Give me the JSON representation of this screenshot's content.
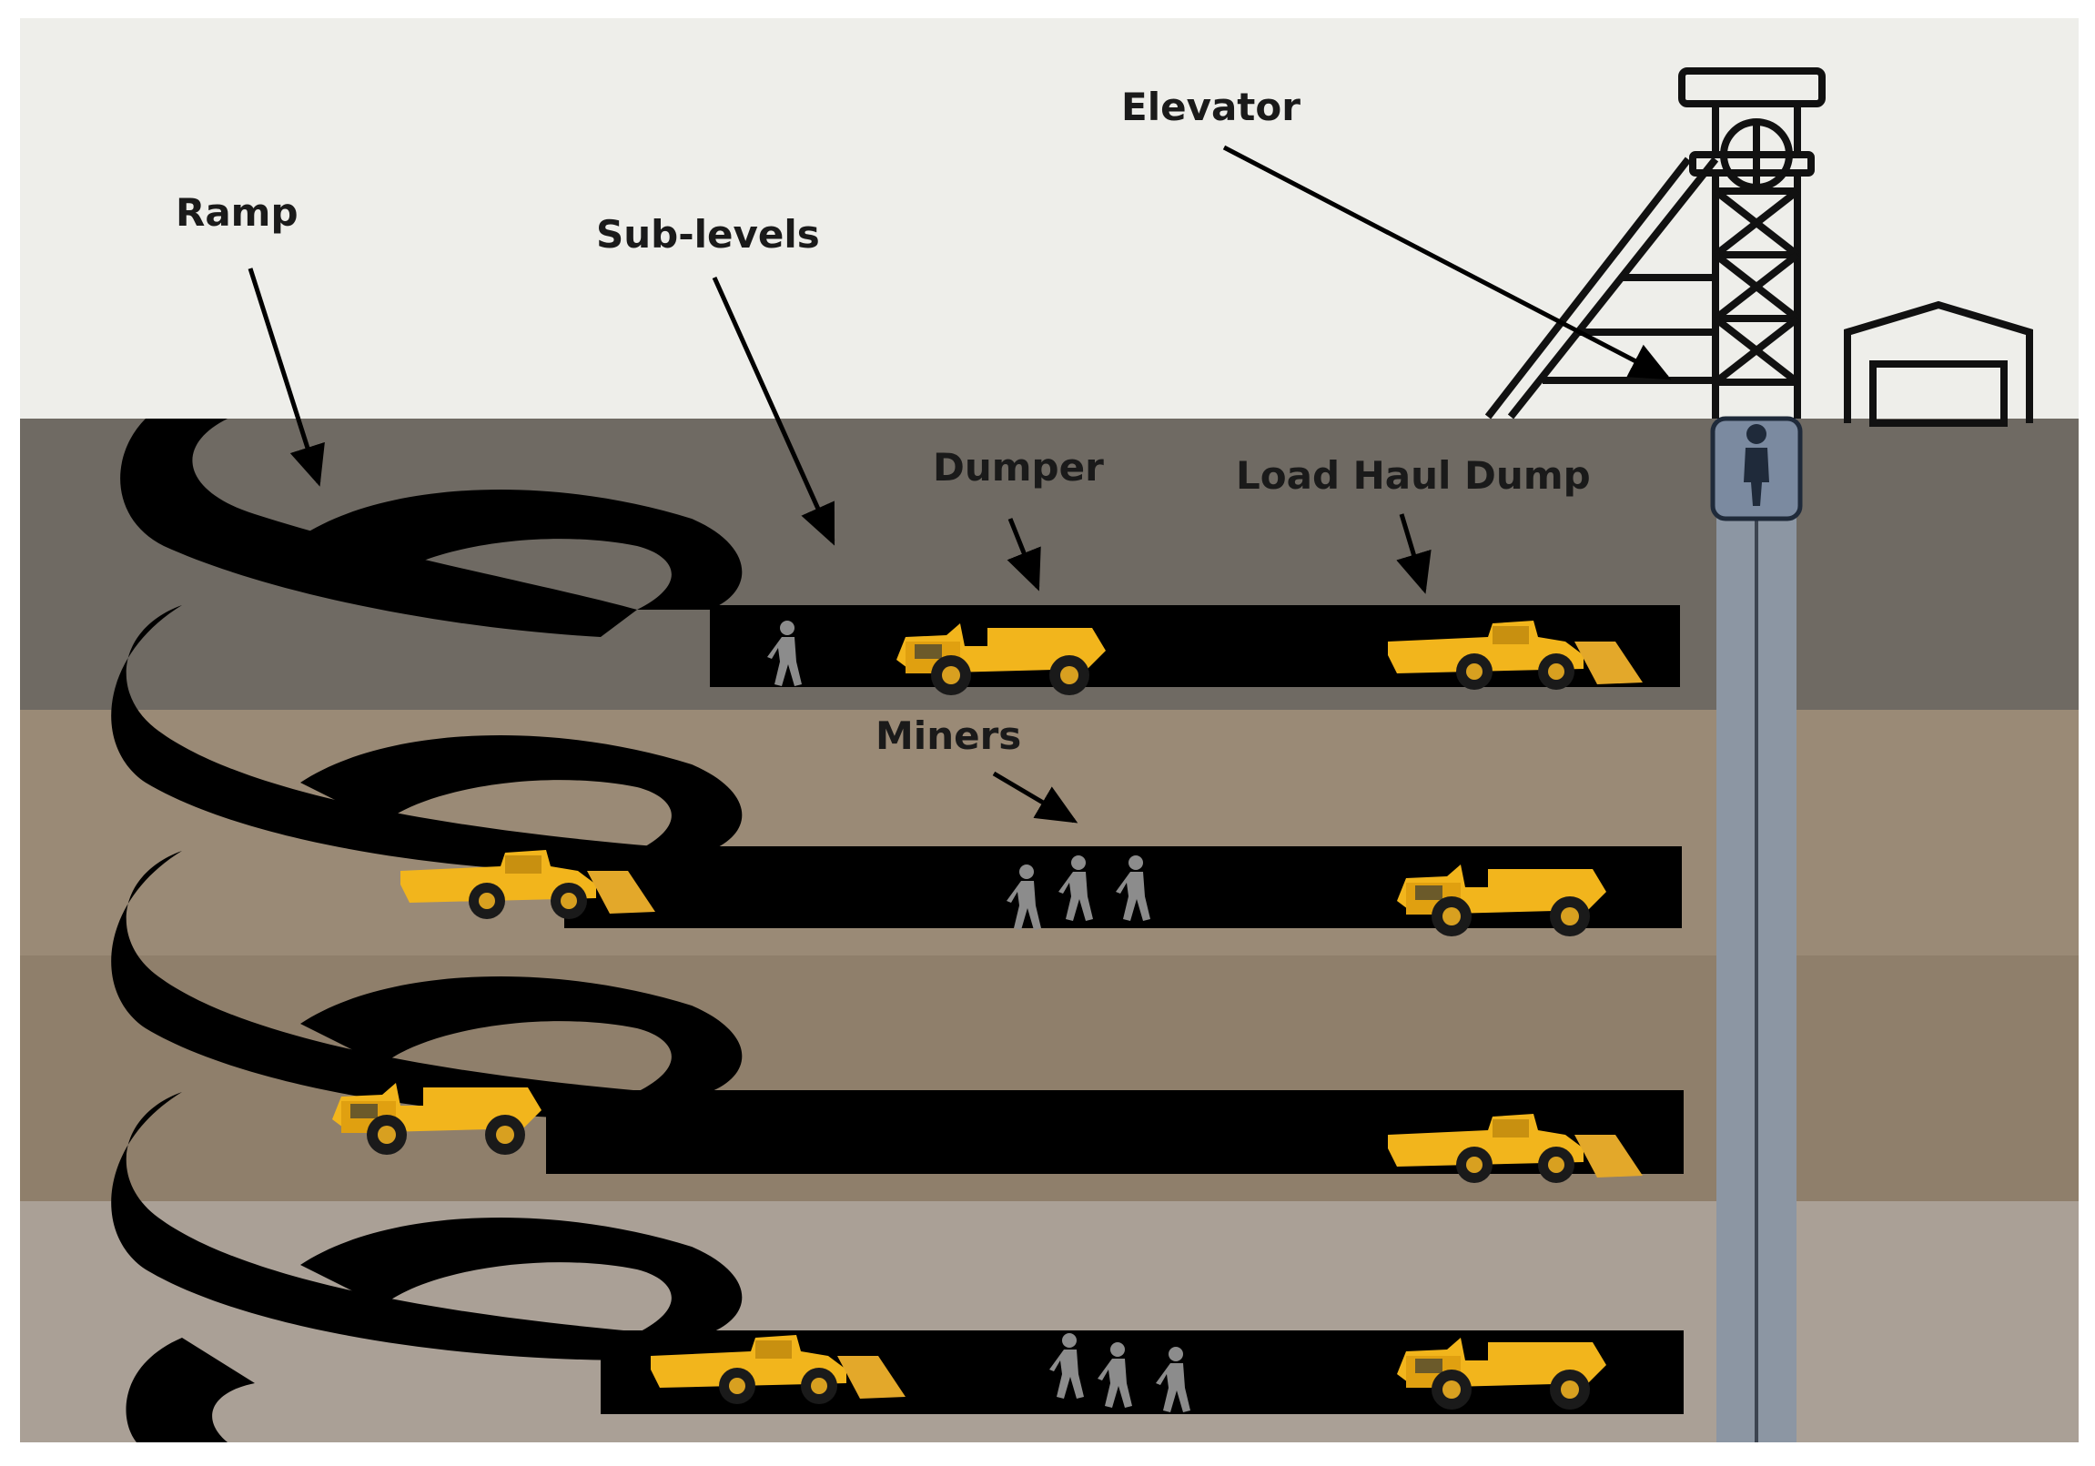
{
  "labels": {
    "ramp": "Ramp",
    "sublevels": "Sub-levels",
    "dumper": "Dumper",
    "lhd": "Load Haul Dump",
    "miners": "Miners",
    "elevator": "Elevator"
  },
  "colors": {
    "sky": "#eeeeea",
    "layer1": "#6f6a63",
    "layer2": "#9a8a76",
    "layer3": "#8f7f6b",
    "layer4": "#aaa096",
    "tunnel": "#000000",
    "vehicle": "#f2b51c",
    "miner": "#8c8c8c",
    "shaft": "#8c96a3",
    "cage": "#7b8aa0"
  }
}
